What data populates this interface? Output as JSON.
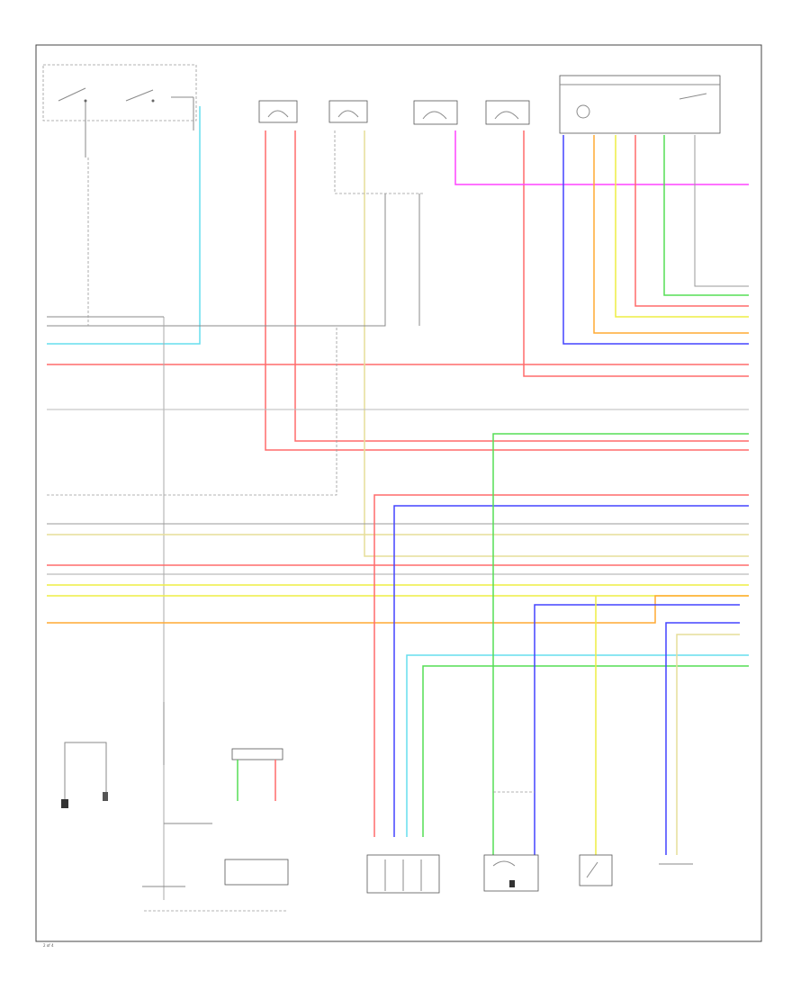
{
  "diagram": {
    "page_number": "2 of 4",
    "lines": [
      {
        "name": "wire-red-top-left",
        "color": "#ff6b6b"
      },
      {
        "name": "wire-lightblue",
        "color": "#66ddee"
      },
      {
        "name": "wire-magenta",
        "color": "#ff44ff"
      },
      {
        "name": "wire-blue",
        "color": "#4444ff"
      },
      {
        "name": "wire-orange",
        "color": "#ffaa33"
      },
      {
        "name": "wire-yellow",
        "color": "#eeee44"
      },
      {
        "name": "wire-green",
        "color": "#55dd55"
      },
      {
        "name": "wire-tan",
        "color": "#e6dd99"
      },
      {
        "name": "wire-gray",
        "color": "#999999"
      }
    ]
  }
}
